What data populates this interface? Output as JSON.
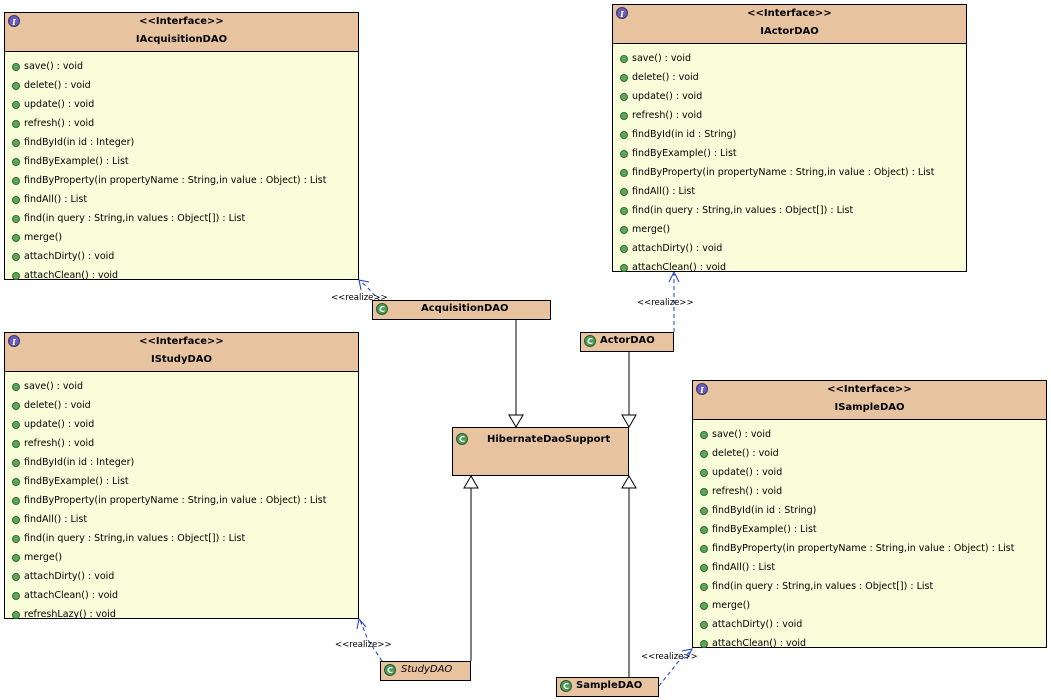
{
  "interfaces": {
    "acquisition": {
      "stereotype": "<<Interface>>",
      "name": "IAcquisitionDAO",
      "ops": [
        "save() : void",
        "delete() : void",
        "update() : void",
        "refresh() : void",
        "findById(in id : Integer)",
        "findByExample() : List",
        "findByProperty(in propertyName : String,in value : Object) : List",
        "findAll() : List",
        "find(in query : String,in values : Object[]) : List",
        "merge()",
        "attachDirty() : void",
        "attachClean() : void"
      ]
    },
    "actor": {
      "stereotype": "<<Interface>>",
      "name": "IActorDAO",
      "ops": [
        "save() : void",
        "delete() : void",
        "update() : void",
        "refresh() : void",
        "findById(in id : String)",
        "findByExample() : List",
        "findByProperty(in propertyName : String,in value : Object) : List",
        "findAll() : List",
        "find(in query : String,in values : Object[]) : List",
        "merge()",
        "attachDirty() : void",
        "attachClean() : void"
      ]
    },
    "study": {
      "stereotype": "<<Interface>>",
      "name": "IStudyDAO",
      "ops": [
        "save() : void",
        "delete() : void",
        "update() : void",
        "refresh() : void",
        "findById(in id : Integer)",
        "findByExample() : List",
        "findByProperty(in propertyName : String,in value : Object) : List",
        "findAll() : List",
        "find(in query : String,in values : Object[]) : List",
        "merge()",
        "attachDirty() : void",
        "attachClean() : void",
        "refreshLazy() : void"
      ]
    },
    "sample": {
      "stereotype": "<<Interface>>",
      "name": "ISampleDAO",
      "ops": [
        "save() : void",
        "delete() : void",
        "update() : void",
        "refresh() : void",
        "findById(in id : String)",
        "findByExample() : List",
        "findByProperty(in propertyName : String,in value : Object) : List",
        "findAll() : List",
        "find(in query : String,in values : Object[]) : List",
        "merge()",
        "attachDirty() : void",
        "attachClean() : void"
      ]
    }
  },
  "classes": {
    "acquisition": "AcquisitionDAO",
    "actor": "ActorDAO",
    "hibernate": "HibernateDaoSupport",
    "study": "StudyDAO",
    "sample": "SampleDAO"
  },
  "icons": {
    "interface_badge": "I",
    "class_badge": "C"
  },
  "realize_label": "<<realize>>",
  "colors": {
    "header": "#e7c49f",
    "body": "#fafdd9",
    "realize_line": "#1a3ccf",
    "op_dot": "#5fa65a",
    "interface_badge": "#6b5fb5",
    "class_badge": "#4f9b55"
  }
}
